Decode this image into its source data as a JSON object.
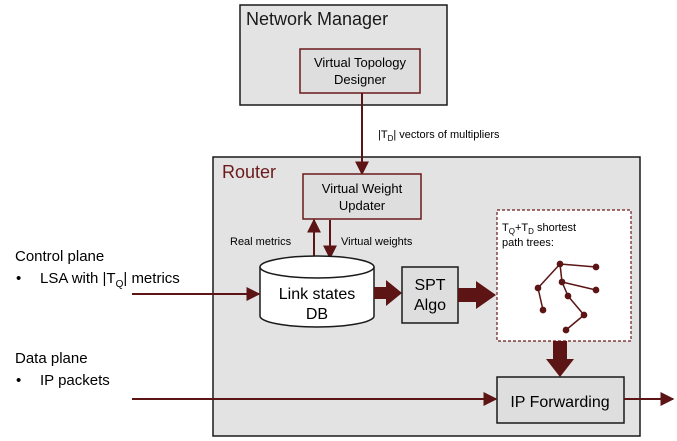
{
  "colors": {
    "arrow": "#5c1414",
    "router_title": "#6b1a1a",
    "panel_fill": "#e3e3e3",
    "box_fill": "#dedede",
    "node": "#5c1414"
  },
  "network_manager": {
    "title": "Network Manager",
    "designer_line1": "Virtual Topology",
    "designer_line2": "Designer"
  },
  "vector_label": {
    "prefix": "|T",
    "sub": "D",
    "suffix": "| vectors of multipliers"
  },
  "router": {
    "title": "Router",
    "updater_line1": "Virtual Weight",
    "updater_line2": "Updater",
    "real_metrics": "Real metrics",
    "virtual_weights": "Virtual weights",
    "db_line1": "Link states",
    "db_line2": "DB",
    "spt_line1": "SPT",
    "spt_line2": "Algo",
    "trees_line1_a": "T",
    "trees_line1_sub_q": "Q",
    "trees_line1_plus": "+T",
    "trees_line1_sub_d": "D",
    "trees_line1_b": " shortest",
    "trees_line2": "path trees:",
    "ip_forwarding": "IP Forwarding"
  },
  "control_plane": {
    "title": "Control plane",
    "bullet": "•",
    "item_prefix": "LSA with |T",
    "item_sub": "Q",
    "item_suffix": "| metrics"
  },
  "data_plane": {
    "title": "Data plane",
    "bullet": "•",
    "item": "IP packets"
  }
}
